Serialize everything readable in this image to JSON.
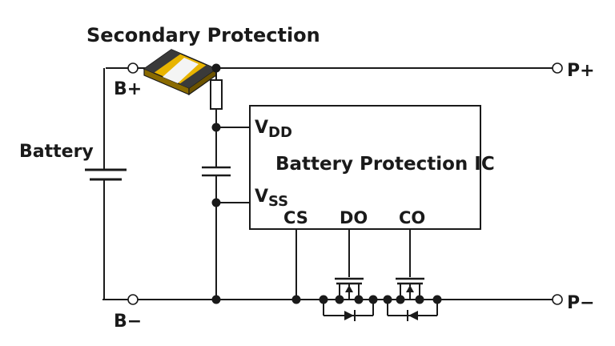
{
  "diagram": {
    "title": "Secondary Protection",
    "battery_label": "Battery",
    "ic_label": "Battery Protection IC",
    "terminals": {
      "b_plus": "B+",
      "b_minus": "B−",
      "p_plus": "P+",
      "p_minus": "P−"
    },
    "pins": {
      "vdd_main": "V",
      "vdd_sub": "DD",
      "vss_main": "V",
      "vss_sub": "SS",
      "cs": "CS",
      "do": "DO",
      "co": "CO"
    },
    "colors": {
      "ink": "#1a1a1a",
      "fuse_body": "#e8b400",
      "fuse_end": "#3a3a3a",
      "fuse_center": "#f4f4f4"
    }
  }
}
